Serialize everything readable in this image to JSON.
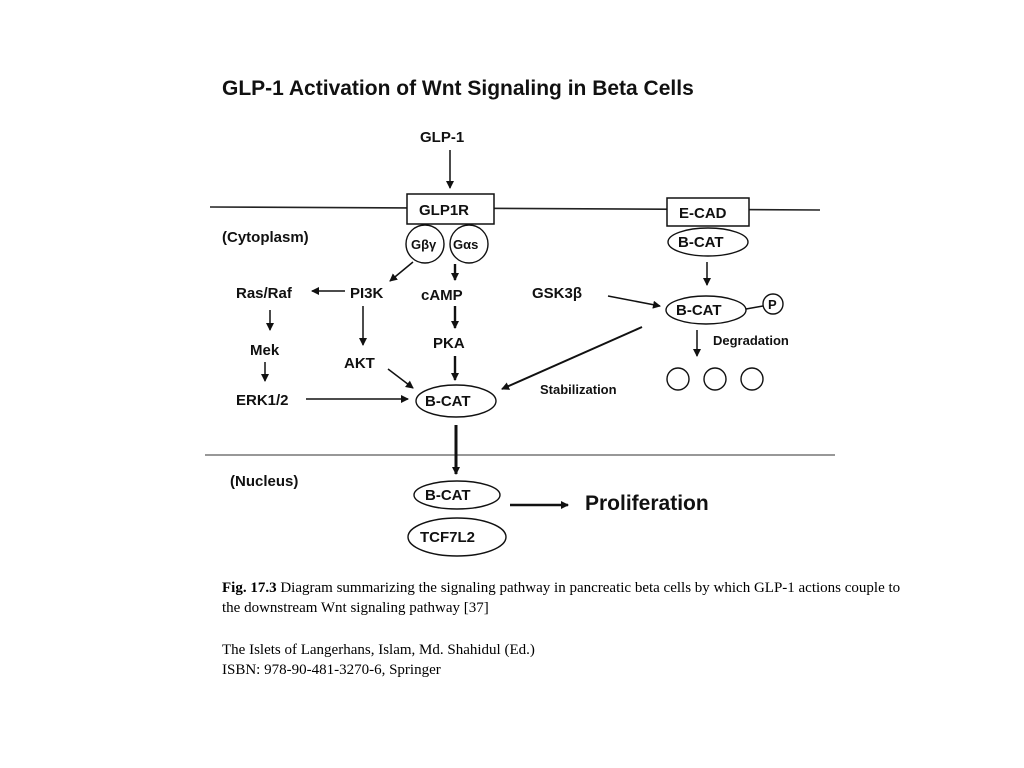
{
  "title": "GLP-1 Activation of Wnt Signaling in Beta Cells",
  "compartments": {
    "cytoplasm": "(Cytoplasm)",
    "nucleus": "(Nucleus)"
  },
  "nodes": {
    "glp1": "GLP-1",
    "glp1r": "GLP1R",
    "gby": "Gβγ",
    "gas": "Gαs",
    "ecad": "E-CAD",
    "bcat_membrane": "B-CAT",
    "ras_raf": "Ras/Raf",
    "pi3k": "PI3K",
    "camp": "cAMP",
    "gsk3b": "GSK3β",
    "bcat_phospho": "B-CAT",
    "phospho": "P",
    "mek": "Mek",
    "pka": "PKA",
    "degradation": "Degradation",
    "akt": "AKT",
    "erk": "ERK1/2",
    "bcat_cyto": "B-CAT",
    "stabilization": "Stabilization",
    "bcat_nucleus": "B-CAT",
    "tcf7l2": "TCF7L2",
    "proliferation": "Proliferation"
  },
  "caption": {
    "fig_label": "Fig. 17.3",
    "fig_text": " Diagram summarizing the signaling pathway in pancreatic beta cells by which GLP-1 actions couple to the downstream Wnt signaling pathway [37]",
    "source_line1": "The Islets of Langerhans, Islam, Md. Shahidul (Ed.)",
    "source_line2": "ISBN: 978-90-481-3270-6, Springer"
  }
}
